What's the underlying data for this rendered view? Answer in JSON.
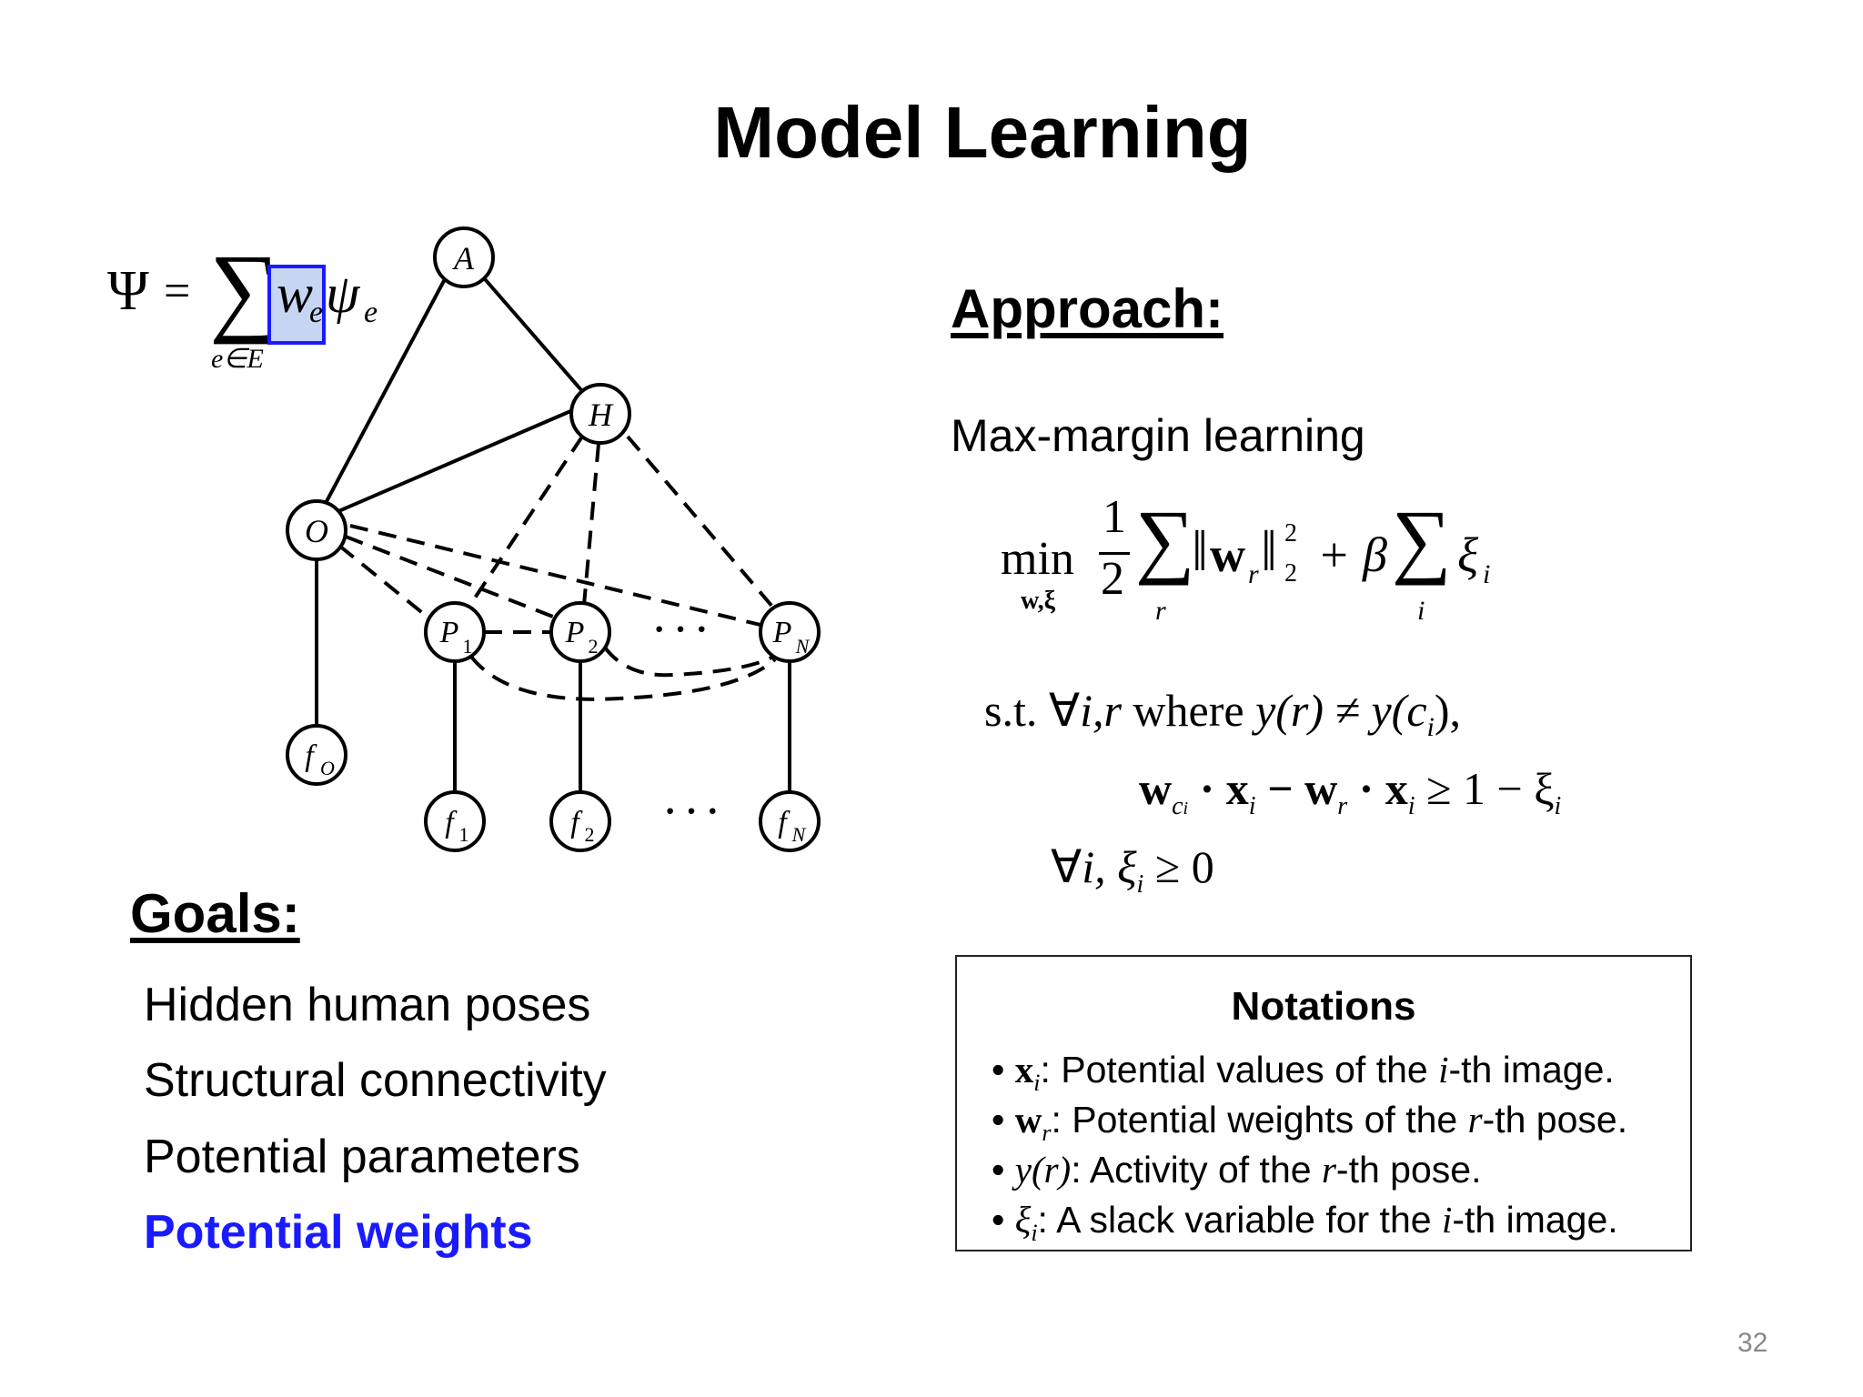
{
  "title": "Model Learning",
  "page_number": "32",
  "formula": {
    "psi": "Ψ",
    "equals": "=",
    "sum": "∑",
    "w": "w",
    "w_sub": "e",
    "psi_small": "ψ",
    "psi_sub": "e",
    "sum_sub": "e∈E",
    "highlight_color": "#c6d6f2",
    "highlight_border": "#1a1aff"
  },
  "graph": {
    "nodes": {
      "A": "A",
      "H": "H",
      "O": "O",
      "P1": "P",
      "P1_sub": "1",
      "P2": "P",
      "P2_sub": "2",
      "PN": "P",
      "PN_sub": "N",
      "fO": "f",
      "fO_sub": "O",
      "f1": "f",
      "f1_sub": "1",
      "f2": "f",
      "f2_sub": "2",
      "fN": "f",
      "fN_sub": "N"
    },
    "ellipsis": "· · ·"
  },
  "approach": {
    "heading": "Approach:",
    "method": "Max-margin learning",
    "objective": {
      "min": "min",
      "min_sub": "w,ξ",
      "frac_num": "1",
      "frac_den": "2",
      "sum": "∑",
      "sum_sub_r": "r",
      "norm_w": "w",
      "norm_w_sub": "r",
      "norm_sup": "2",
      "norm_sub": "2",
      "plus_beta": "+ β",
      "sum_sub_i": "i",
      "xi": "ξ",
      "xi_sub": "i"
    },
    "constraint1": {
      "prefix": "s.t. ∀",
      "vars": "i,r",
      "where": " where ",
      "expr": "y(r) ≠ y(c",
      "expr_sub": "i",
      "expr_end": "),"
    },
    "constraint2": {
      "w1": "w",
      "w1_sub": "c",
      "w1_subsub": "i",
      "dot_x1": " · x",
      "x1_sub": "i",
      "minus": " − w",
      "w2_sub": "r",
      "dot_x2": " · x",
      "x2_sub": "i",
      "rhs": " ≥ 1 − ξ",
      "rhs_sub": "i"
    },
    "constraint3": {
      "forall": "∀",
      "i": "i, ξ",
      "sub": "i",
      "rhs": " ≥ 0"
    }
  },
  "goals": {
    "heading": "Goals:",
    "items": [
      "Hidden human poses",
      "Structural connectivity",
      "Potential parameters",
      "Potential weights"
    ],
    "highlight_color": "#1a1aff"
  },
  "notations": {
    "title": "Notations",
    "items": [
      {
        "bullet": "• ",
        "sym": "x",
        "sub": "i",
        "text": ": Potential values of the ",
        "var": "i",
        "end": "-th image."
      },
      {
        "bullet": "• ",
        "sym": "w",
        "sub": "r",
        "text": ": Potential weights of the ",
        "var": "r",
        "end": "-th pose."
      },
      {
        "bullet": "• ",
        "sym": "y(r)",
        "sub": "",
        "text": ": Activity of the ",
        "var": "r",
        "end": "-th pose."
      },
      {
        "bullet": "• ",
        "sym": "ξ",
        "sub": "i",
        "text": ": A slack variable for the ",
        "var": "i",
        "end": "-th image."
      }
    ]
  }
}
